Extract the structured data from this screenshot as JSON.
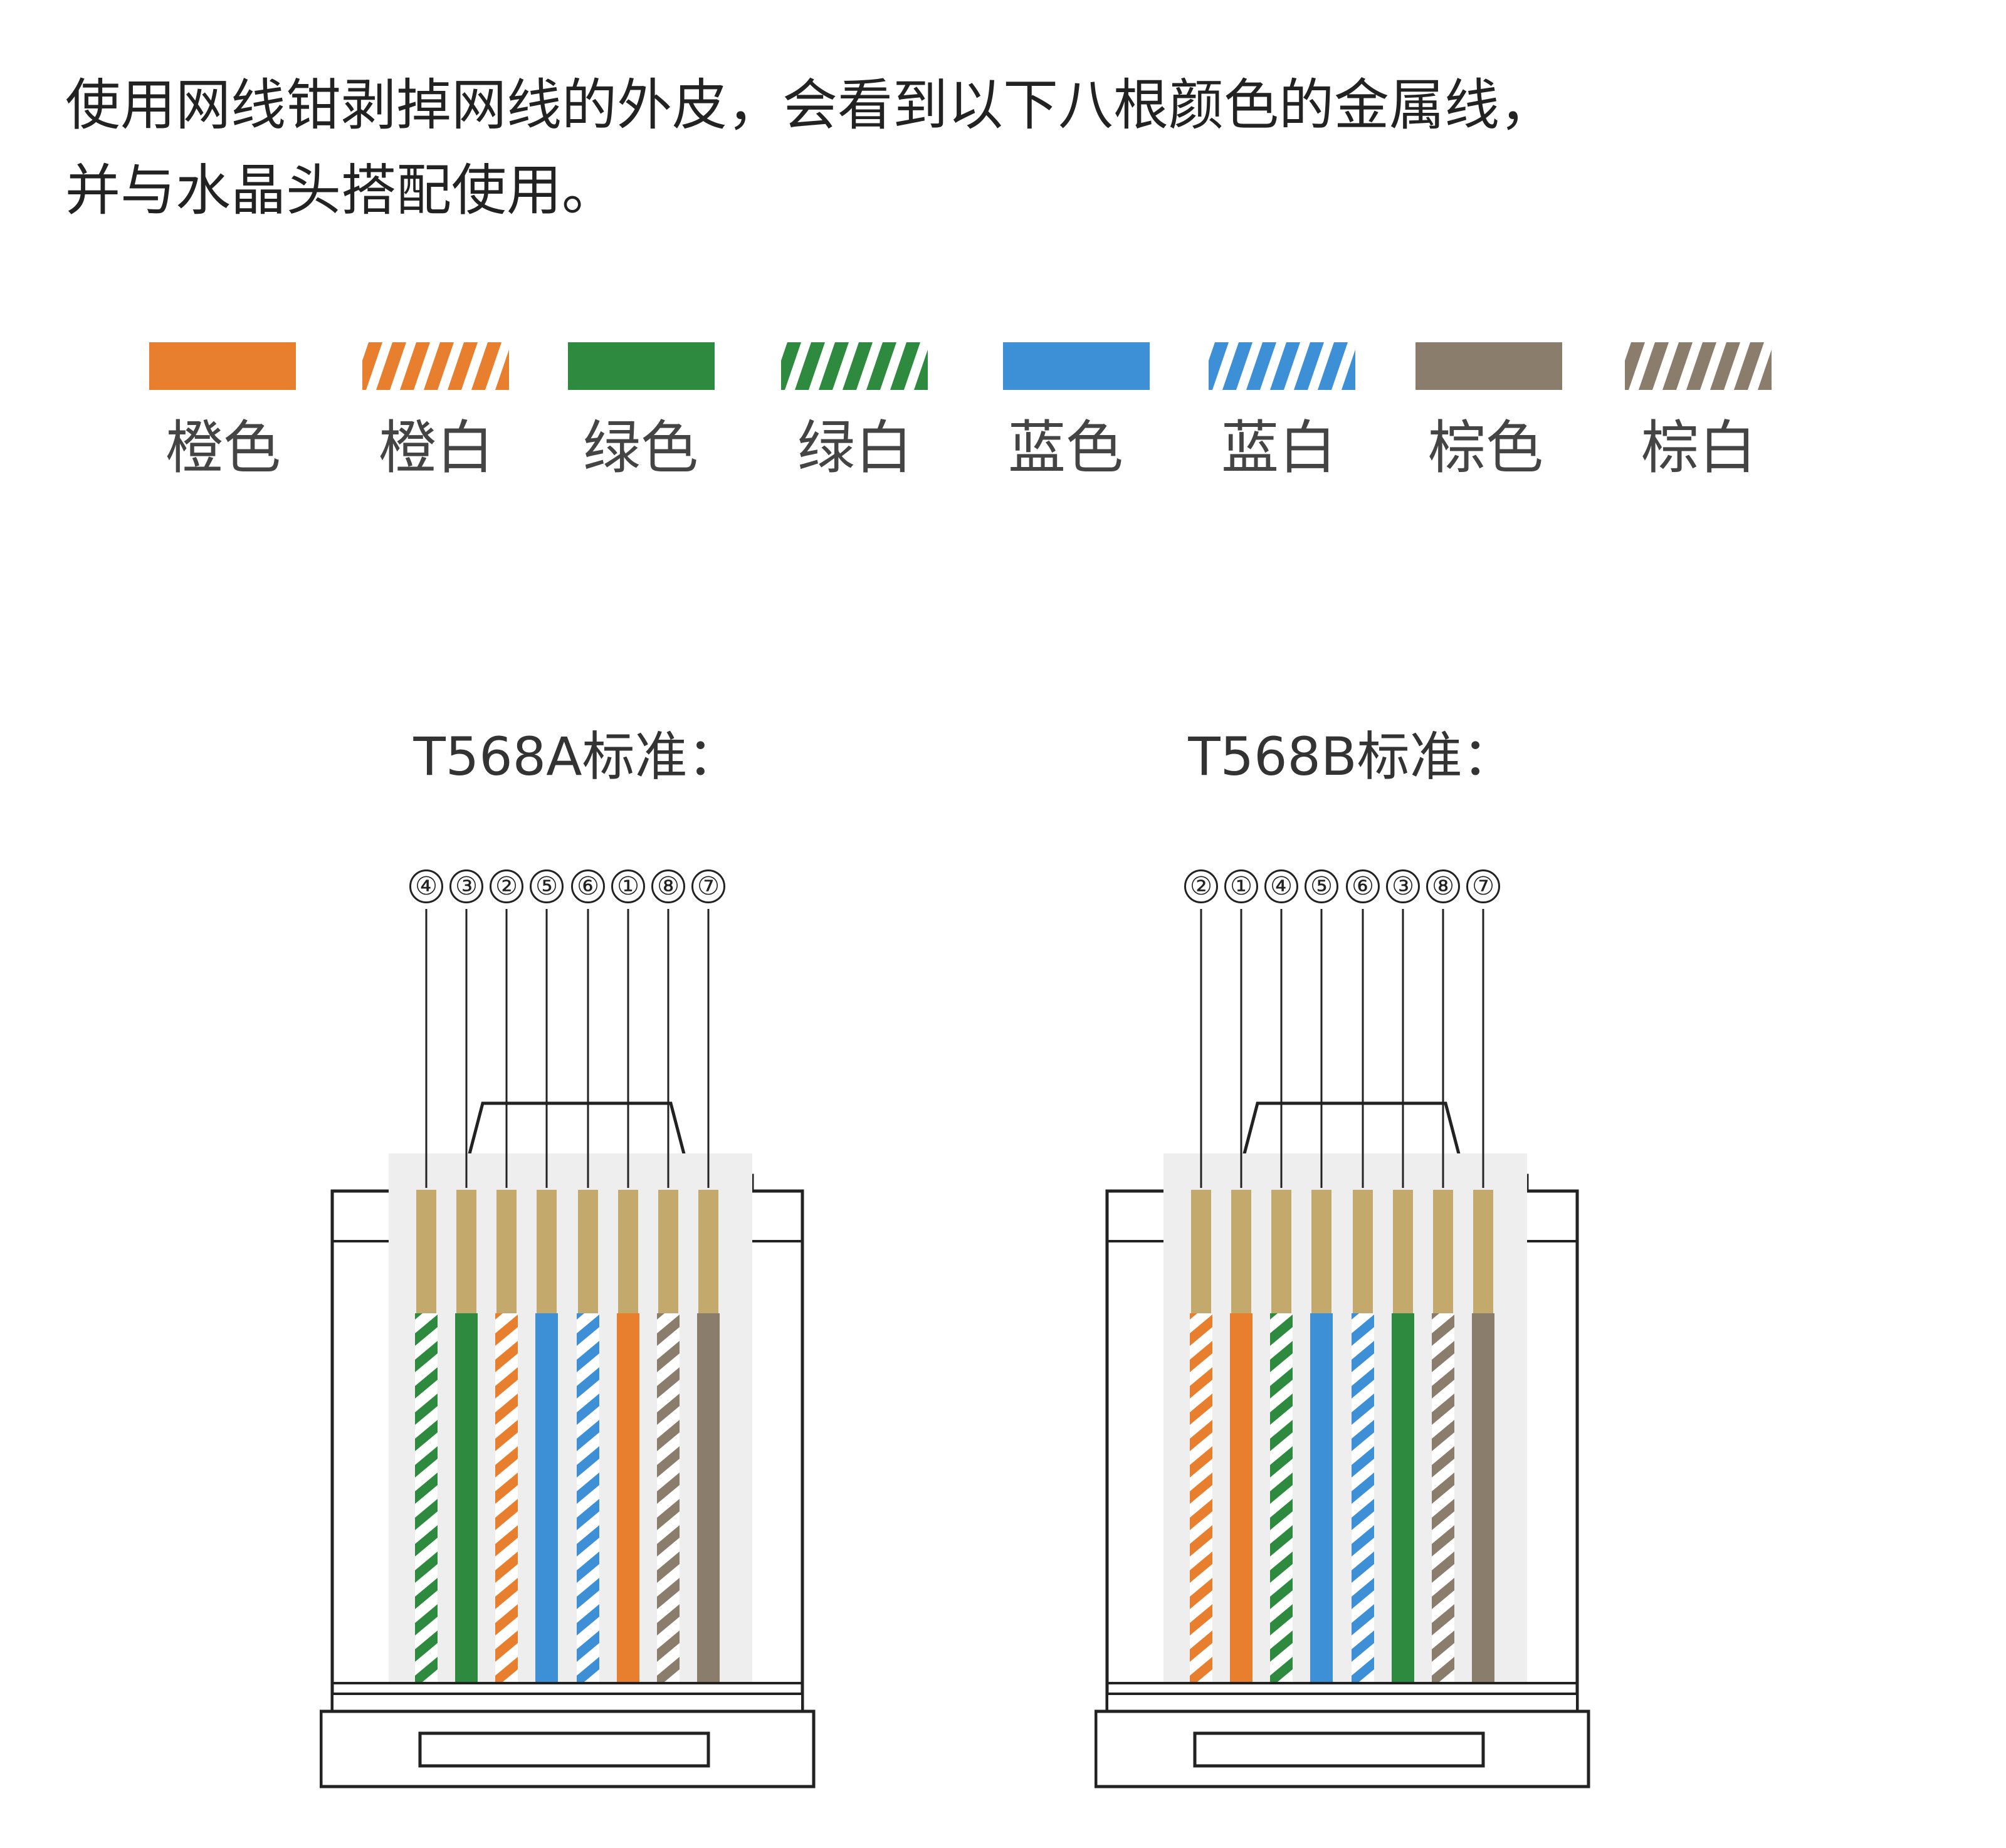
{
  "intro": {
    "line1": "使用网线钳剥掉网线的外皮，会看到以下八根颜色的金属线，",
    "line2": "并与水晶头搭配使用。"
  },
  "colors": {
    "orange": "#e87f2e",
    "green": "#2d8a3e",
    "blue": "#3d8fd6",
    "brown": "#8b7d6b",
    "contact": "#c4a96c",
    "stripe_bg": "#ffffff"
  },
  "legend": [
    {
      "label": "橙色",
      "color": "orange",
      "striped": false
    },
    {
      "label": "橙白",
      "color": "orange",
      "striped": true
    },
    {
      "label": "绿色",
      "color": "green",
      "striped": false
    },
    {
      "label": "绿白",
      "color": "green",
      "striped": true
    },
    {
      "label": "蓝色",
      "color": "blue",
      "striped": false
    },
    {
      "label": "蓝白",
      "color": "blue",
      "striped": true
    },
    {
      "label": "棕色",
      "color": "brown",
      "striped": false
    },
    {
      "label": "棕白",
      "color": "brown",
      "striped": true
    }
  ],
  "standards": [
    {
      "title": "T568A标准：",
      "pins": [
        "④",
        "③",
        "②",
        "⑤",
        "⑥",
        "①",
        "⑧",
        "⑦"
      ],
      "wires": [
        {
          "color": "green",
          "striped": true
        },
        {
          "color": "green",
          "striped": false
        },
        {
          "color": "orange",
          "striped": true
        },
        {
          "color": "blue",
          "striped": false
        },
        {
          "color": "blue",
          "striped": true
        },
        {
          "color": "orange",
          "striped": false
        },
        {
          "color": "brown",
          "striped": true
        },
        {
          "color": "brown",
          "striped": false
        }
      ]
    },
    {
      "title": "T568B标准：",
      "pins": [
        "②",
        "①",
        "④",
        "⑤",
        "⑥",
        "③",
        "⑧",
        "⑦"
      ],
      "wires": [
        {
          "color": "orange",
          "striped": true
        },
        {
          "color": "orange",
          "striped": false
        },
        {
          "color": "green",
          "striped": true
        },
        {
          "color": "blue",
          "striped": false
        },
        {
          "color": "blue",
          "striped": true
        },
        {
          "color": "green",
          "striped": false
        },
        {
          "color": "brown",
          "striped": true
        },
        {
          "color": "brown",
          "striped": false
        }
      ]
    }
  ]
}
